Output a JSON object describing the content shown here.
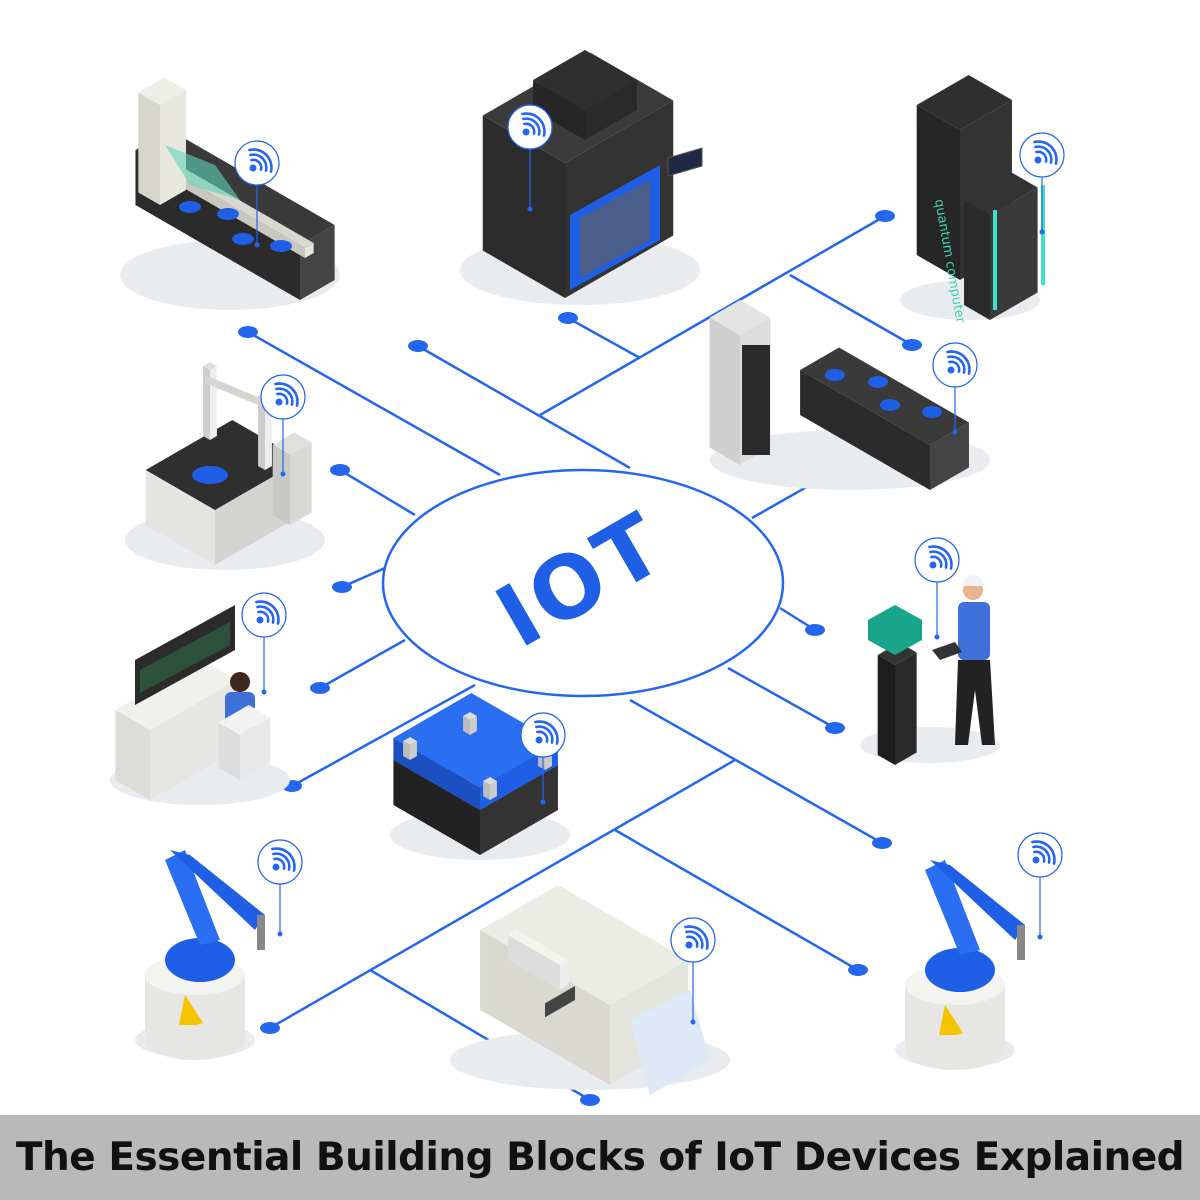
{
  "diagram": {
    "center_label": "IOT",
    "accent_color": "#2566ee",
    "devices": [
      {
        "name": "conveyor-belt",
        "icon": "wifi-icon"
      },
      {
        "name": "3d-printer",
        "icon": "wifi-icon"
      },
      {
        "name": "quantum-computer",
        "label": "quantum computer",
        "icon": "wifi-icon"
      },
      {
        "name": "server-rack-conveyor",
        "icon": "wifi-icon"
      },
      {
        "name": "coordinate-measuring-machine",
        "icon": "wifi-icon"
      },
      {
        "name": "engineer-with-tablet",
        "icon": "wifi-icon"
      },
      {
        "name": "control-room-operator",
        "icon": "wifi-icon"
      },
      {
        "name": "automated-guided-vehicle",
        "icon": "wifi-icon"
      },
      {
        "name": "robot-arm-left",
        "icon": "wifi-icon"
      },
      {
        "name": "robot-arm-right",
        "icon": "wifi-icon"
      },
      {
        "name": "pcb-printing-machine",
        "icon": "wifi-icon"
      }
    ]
  },
  "caption": "The Essential Building Blocks of IoT Devices Explained"
}
